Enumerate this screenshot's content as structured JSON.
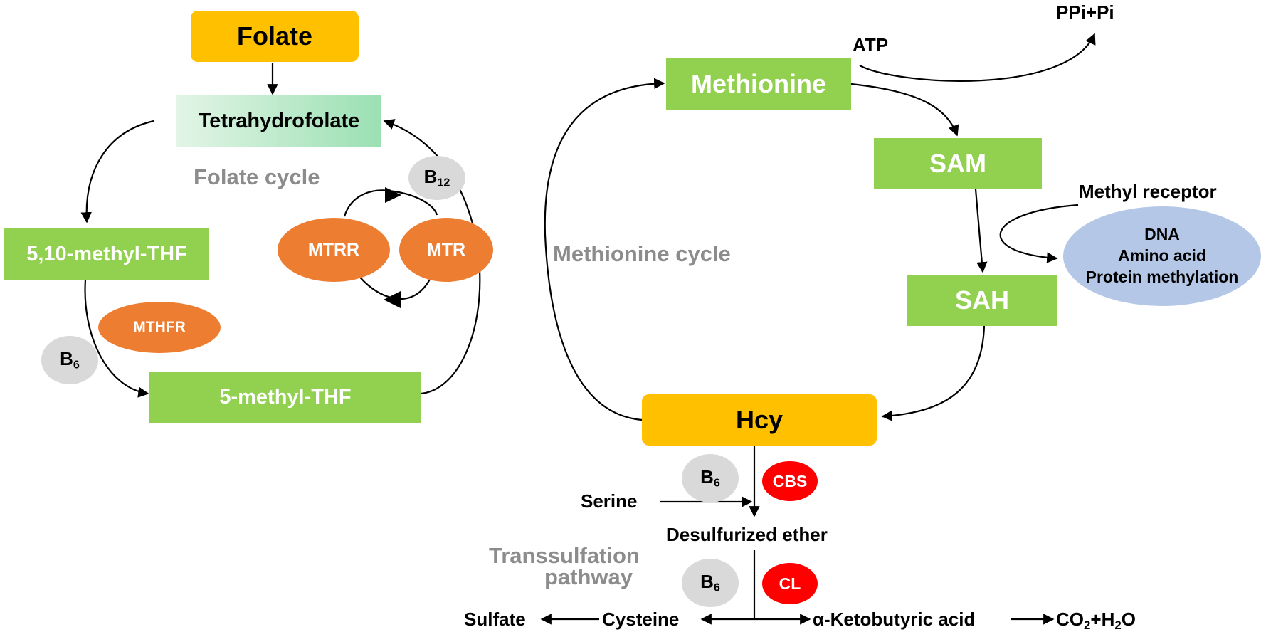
{
  "folate_cycle": {
    "title": "Folate cycle",
    "folate": "Folate",
    "tetrahydrofolate": "Tetrahydrofolate",
    "methyl_510": "5,10-methyl-THF",
    "methyl_5": "5-methyl-THF",
    "mthfr": "MTHFR",
    "mtrr": "MTRR",
    "mtr": "MTR",
    "b6": {
      "base": "B",
      "sub": "6"
    },
    "b12": {
      "base": "B",
      "sub": "12"
    }
  },
  "methionine_cycle": {
    "title": "Methionine cycle",
    "methionine": "Methionine",
    "atp": "ATP",
    "ppi_pi": "PPi+Pi",
    "sam": "SAM",
    "sah": "SAH",
    "hcy": "Hcy",
    "methyl_receptor": "Methyl receptor",
    "methylation_targets": [
      "DNA",
      "Amino acid",
      "Protein methylation"
    ]
  },
  "transsulfuration": {
    "title_line1": "Transsulfation",
    "title_line2": "pathway",
    "b6_upper": {
      "base": "B",
      "sub": "6"
    },
    "b6_lower": {
      "base": "B",
      "sub": "6"
    },
    "cbs": "CBS",
    "cl": "CL",
    "serine": "Serine",
    "desulfurized_ether": "Desulfurized ether",
    "sulfate": "Sulfate",
    "cysteine": "Cysteine",
    "ketobutyric": "α-Ketobutyric acid",
    "co2": "CO",
    "co2_sub": "2",
    "plus_h": "+H",
    "h2_sub": "2",
    "water_o": "O"
  },
  "colors": {
    "green": "#92d050",
    "yellow": "#ffc000",
    "orange": "#ed7d31",
    "red": "#ff0000",
    "gray_oval": "#d9d9d9",
    "blue_oval": "#b4c7e7",
    "cycle_label_gray": "#8c8c8c"
  }
}
